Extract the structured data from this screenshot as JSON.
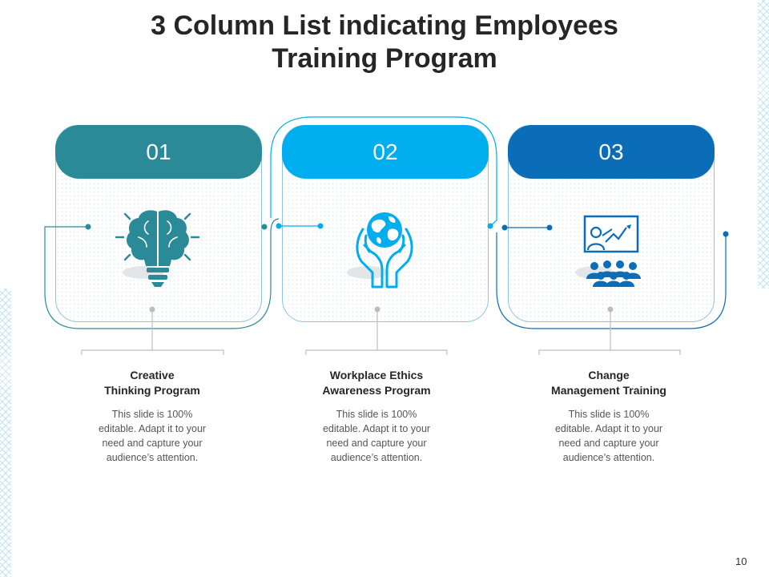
{
  "slide": {
    "title_line1": "3 Column List indicating Employees",
    "title_line2": "Training Program",
    "page_number": "10"
  },
  "colors": {
    "teal": "#2b8a98",
    "sky_blue": "#00adee",
    "royal_blue": "#0b6db7"
  },
  "columns": [
    {
      "number": "01",
      "icon": "brain-lightbulb-icon",
      "heading": "Creative\nThinking Program",
      "body": "This slide is 100%\neditable. Adapt it to your\nneed and capture your\naudience’s attention."
    },
    {
      "number": "02",
      "icon": "globe-in-hands-icon",
      "heading": "Workplace Ethics\nAwareness Program",
      "body": "This slide is 100%\neditable. Adapt it to your\nneed and capture your\naudience’s attention."
    },
    {
      "number": "03",
      "icon": "presentation-audience-icon",
      "heading": "Change\nManagement Training",
      "body": "This slide is 100%\neditable. Adapt it to your\nneed and capture your\naudience’s attention."
    }
  ]
}
